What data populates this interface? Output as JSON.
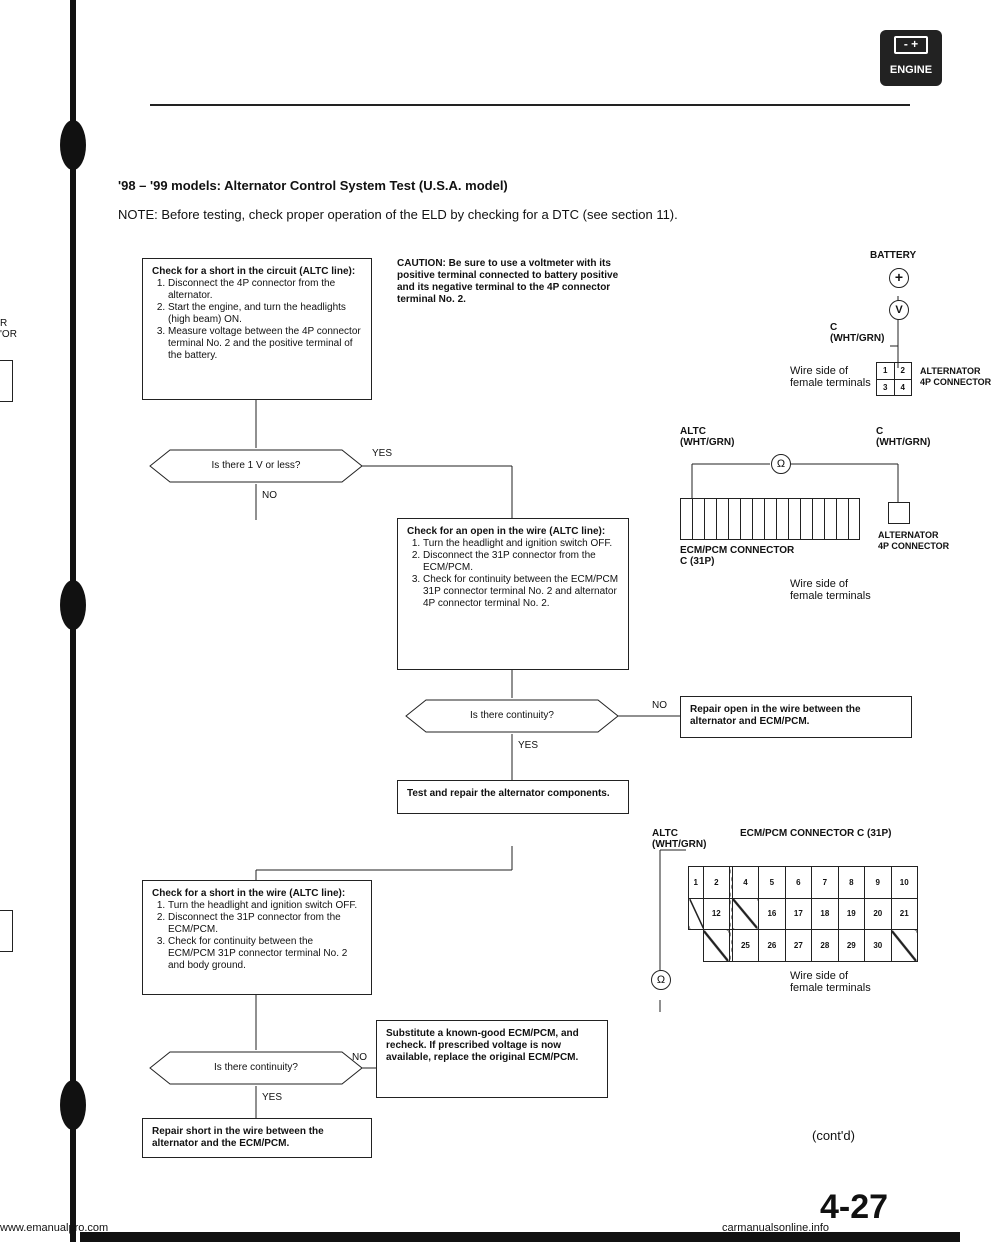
{
  "header": {
    "badge_text": "ENGINE",
    "badge_symbol": "-  +",
    "margin_chars": "R\n'OR"
  },
  "title": "'98 – '99 models: Alternator Control System Test (U.S.A. model)",
  "note": "NOTE: Before testing, check proper operation of the ELD by checking for a DTC (see section 11).",
  "caution": "CAUTION: Be sure to use a voltmeter with its positive terminal connected to battery positive and its negative terminal to the 4P connector terminal No. 2.",
  "flow": {
    "box1": {
      "heading": "Check for a short in the circuit (ALTC line):",
      "steps": [
        "Disconnect the 4P connector from the alternator.",
        "Start the engine, and turn the headlights (high beam) ON.",
        "Measure voltage between the 4P connector terminal No. 2 and the positive terminal of the battery."
      ]
    },
    "d1": "Is there 1 V or less?",
    "box2": {
      "heading": "Check for an open in the wire (ALTC line):",
      "steps": [
        "Turn the headlight and ignition switch OFF.",
        "Disconnect the 31P connector from the ECM/PCM.",
        "Check for continuity between the ECM/PCM 31P connector terminal No. 2 and alternator 4P connector terminal No. 2."
      ]
    },
    "d2": "Is there continuity?",
    "repair_open": "Repair open in the wire between the alternator and ECM/PCM.",
    "test_repair": "Test and repair the alternator components.",
    "box3": {
      "heading": "Check for a short in the wire (ALTC line):",
      "steps": [
        "Turn the headlight and ignition switch OFF.",
        "Disconnect the 31P connector from the ECM/PCM.",
        "Check for continuity between the ECM/PCM 31P connector terminal No. 2 and body ground."
      ]
    },
    "d3": "Is there continuity?",
    "substitute": "Substitute a known-good ECM/PCM, and recheck. If prescribed voltage is now available, replace the original ECM/PCM.",
    "repair_short": "Repair short in the wire between the alternator and the ECM/PCM.",
    "yes": "YES",
    "no": "NO"
  },
  "diagram1": {
    "battery": "BATTERY",
    "c_wire": "C\n(WHT/GRN)",
    "wire_side": "Wire side of\nfemale terminals",
    "alt_connector": "ALTERNATOR\n4P CONNECTOR",
    "pins": [
      "1",
      "2",
      "3",
      "4"
    ],
    "plus": "+",
    "v": "V"
  },
  "diagram2": {
    "altc": "ALTC\n(WHT/GRN)",
    "c_wire": "C\n(WHT/GRN)",
    "ohm": "Ω",
    "ecm": "ECM/PCM CONNECTOR\nC (31P)",
    "alt": "ALTERNATOR\n4P CONNECTOR",
    "wire_side": "Wire side of\nfemale terminals"
  },
  "diagram3": {
    "altc": "ALTC\n(WHT/GRN)",
    "ecm": "ECM/PCM CONNECTOR C (31P)",
    "wire_side": "Wire side of\nfemale terminals",
    "ohm": "Ω"
  },
  "connector31": {
    "row1": [
      "1",
      "2",
      "",
      "4",
      "5",
      "6",
      "7",
      "8",
      "9",
      "10"
    ],
    "row2": [
      "",
      "12",
      "",
      "",
      "16",
      "17",
      "18",
      "19",
      "20",
      "21",
      ""
    ],
    "row3": [
      "",
      "",
      "25",
      "26",
      "27",
      "28",
      "29",
      "30",
      ""
    ]
  },
  "footer": {
    "contd": "(cont'd)",
    "page": "4-27",
    "url": "www.emanualpro.com",
    "watermark": "carmanualsonline.info"
  }
}
